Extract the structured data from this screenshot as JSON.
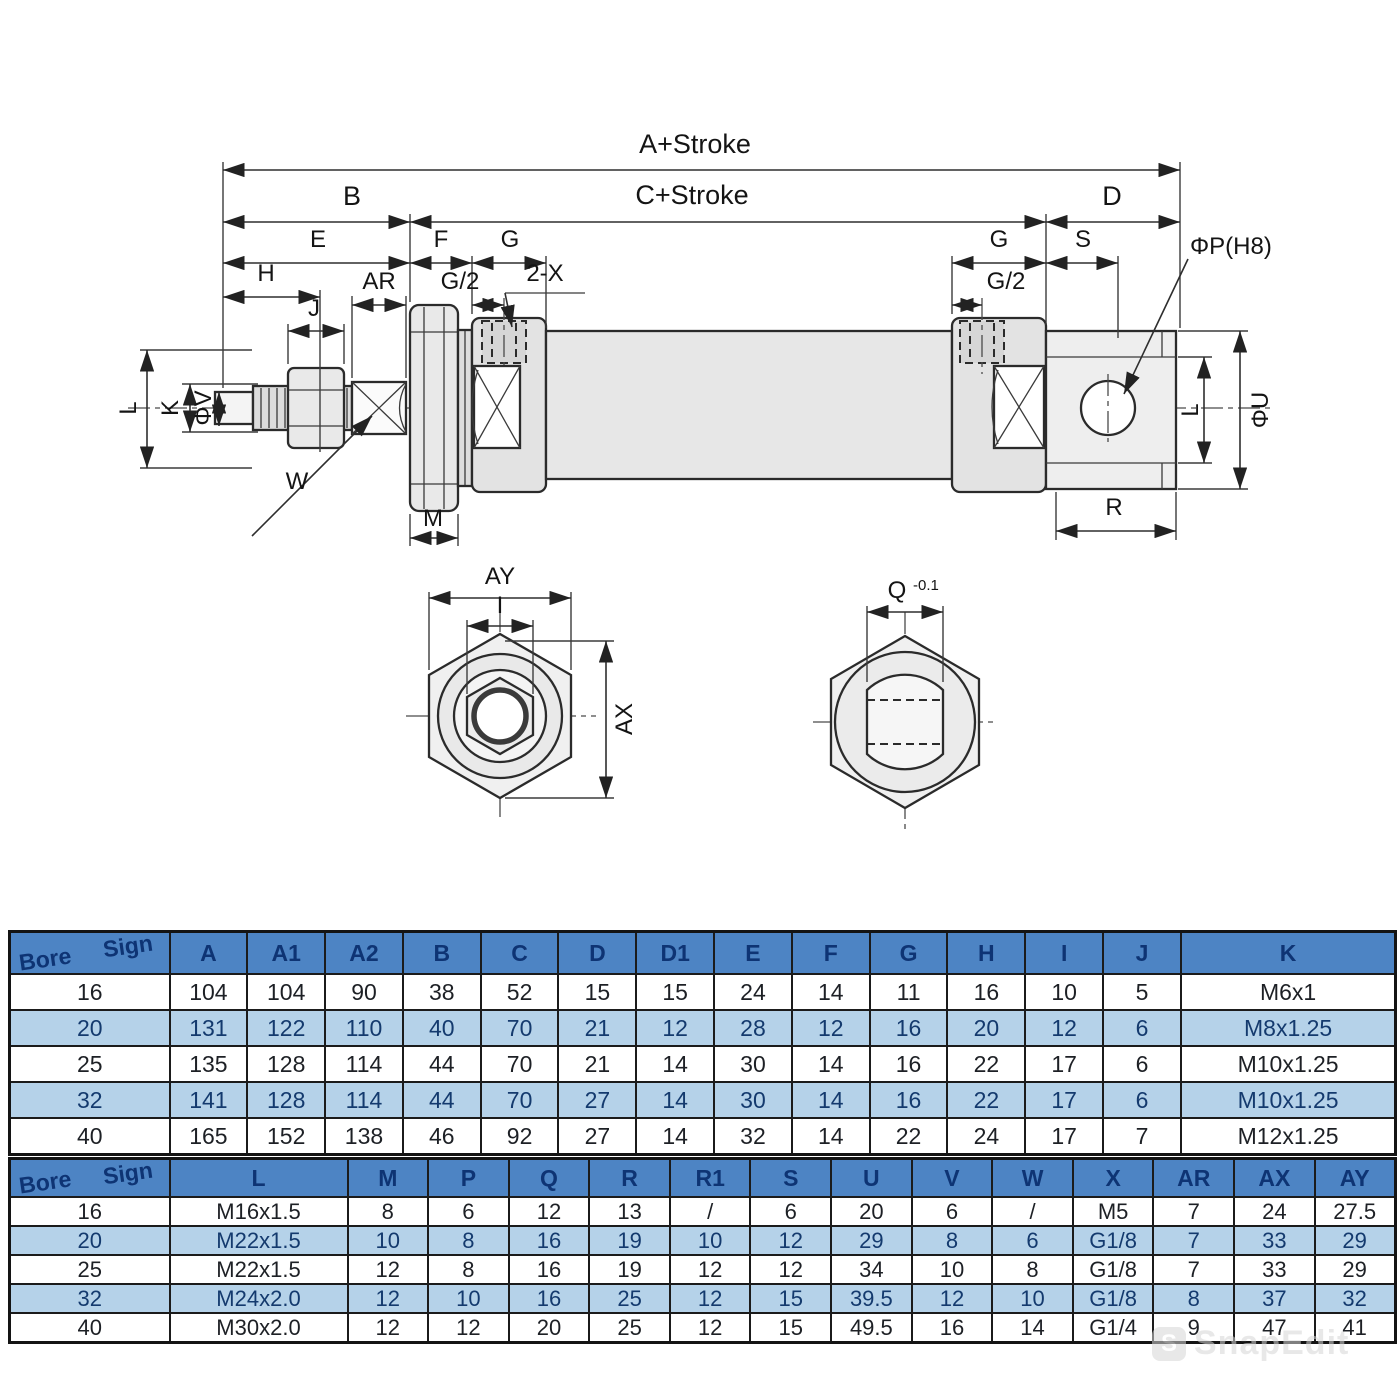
{
  "drawing": {
    "labels": {
      "a_stroke": "A+Stroke",
      "b": "B",
      "c_stroke": "C+Stroke",
      "d": "D",
      "e": "E",
      "f": "F",
      "g_front": "G",
      "g2_front": "G/2",
      "two_x": "2-X",
      "g_rear": "G",
      "g2_rear": "G/2",
      "s": "S",
      "h": "H",
      "ar": "AR",
      "j": "J",
      "k": "K",
      "l_left": "L",
      "phi_v": "ΦV",
      "w": "W",
      "m": "M",
      "phi_p": "ΦP(H8)",
      "phi_u": "ΦU",
      "l_right": "L",
      "r": "R",
      "ay": "AY",
      "i": "I",
      "ax": "AX",
      "q": "Q",
      "q_tol": "-0.1"
    }
  },
  "tables": [
    {
      "corner": {
        "top": "Sign",
        "bottom": "Bore"
      },
      "columns": [
        "A",
        "A1",
        "A2",
        "B",
        "C",
        "D",
        "D1",
        "E",
        "F",
        "G",
        "H",
        "I",
        "J",
        "K"
      ],
      "rows": [
        {
          "bore": "16",
          "values": [
            "104",
            "104",
            "90",
            "38",
            "52",
            "15",
            "15",
            "24",
            "14",
            "11",
            "16",
            "10",
            "5",
            "M6x1"
          ]
        },
        {
          "bore": "20",
          "values": [
            "131",
            "122",
            "110",
            "40",
            "70",
            "21",
            "12",
            "28",
            "12",
            "16",
            "20",
            "12",
            "6",
            "M8x1.25"
          ]
        },
        {
          "bore": "25",
          "values": [
            "135",
            "128",
            "114",
            "44",
            "70",
            "21",
            "14",
            "30",
            "14",
            "16",
            "22",
            "17",
            "6",
            "M10x1.25"
          ]
        },
        {
          "bore": "32",
          "values": [
            "141",
            "128",
            "114",
            "44",
            "70",
            "27",
            "14",
            "30",
            "14",
            "16",
            "22",
            "17",
            "6",
            "M10x1.25"
          ]
        },
        {
          "bore": "40",
          "values": [
            "165",
            "152",
            "138",
            "46",
            "92",
            "27",
            "14",
            "32",
            "14",
            "22",
            "24",
            "17",
            "7",
            "M12x1.25"
          ]
        }
      ]
    },
    {
      "corner": {
        "top": "Sign",
        "bottom": "Bore"
      },
      "columns": [
        "L",
        "M",
        "P",
        "Q",
        "R",
        "R1",
        "S",
        "U",
        "V",
        "W",
        "X",
        "AR",
        "AX",
        "AY"
      ],
      "rows": [
        {
          "bore": "16",
          "values": [
            "M16x1.5",
            "8",
            "6",
            "12",
            "13",
            "/",
            "6",
            "20",
            "6",
            "/",
            "M5",
            "7",
            "24",
            "27.5"
          ]
        },
        {
          "bore": "20",
          "values": [
            "M22x1.5",
            "10",
            "8",
            "16",
            "19",
            "10",
            "12",
            "29",
            "8",
            "6",
            "G1/8",
            "7",
            "33",
            "29"
          ]
        },
        {
          "bore": "25",
          "values": [
            "M22x1.5",
            "12",
            "8",
            "16",
            "19",
            "12",
            "12",
            "34",
            "10",
            "8",
            "G1/8",
            "7",
            "33",
            "29"
          ]
        },
        {
          "bore": "32",
          "values": [
            "M24x2.0",
            "12",
            "10",
            "16",
            "25",
            "12",
            "15",
            "39.5",
            "12",
            "10",
            "G1/8",
            "8",
            "37",
            "32"
          ]
        },
        {
          "bore": "40",
          "values": [
            "M30x2.0",
            "12",
            "12",
            "20",
            "25",
            "12",
            "15",
            "49.5",
            "16",
            "14",
            "G1/4",
            "9",
            "47",
            "41"
          ]
        }
      ]
    }
  ],
  "watermark": {
    "logo_letter": "S",
    "text": "SnapEdit"
  },
  "colors": {
    "header_bg": "#4d84c4",
    "header_text": "#0e3474",
    "row_alt_bg": "#b5d2e9",
    "row_text": "#1d2025",
    "alt_row_text": "#143a6e",
    "line": "#2b2b2b"
  }
}
